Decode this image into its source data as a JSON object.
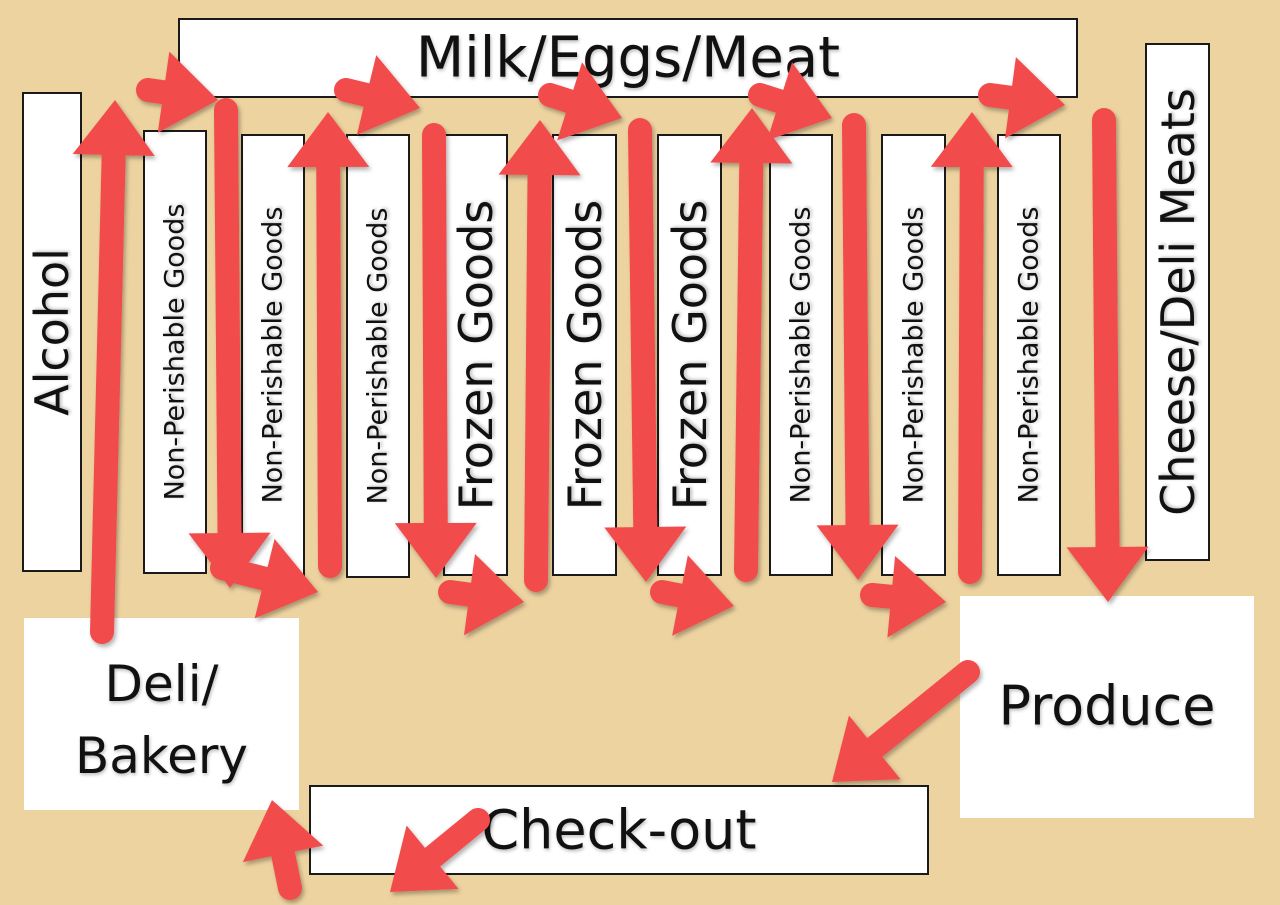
{
  "sections": {
    "top": "Milk/Eggs/Meat",
    "left": "Alcohol",
    "right": "Cheese/Deli Meats",
    "deli": [
      "Deli/",
      "Bakery"
    ],
    "produce": "Produce",
    "checkout": "Check-out"
  },
  "aisles": [
    "Non-Perishable Goods",
    "Non-Perishable Goods",
    "Non-Perishable Goods",
    "Frozen Goods",
    "Frozen Goods",
    "Frozen Goods",
    "Non-Perishable Goods",
    "Non-Perishable Goods",
    "Non-Perishable Goods"
  ],
  "colors": {
    "background": "#EDD3A0",
    "arrow": "#F24B4B",
    "box": "#FFFFFF",
    "text": "#111111"
  }
}
